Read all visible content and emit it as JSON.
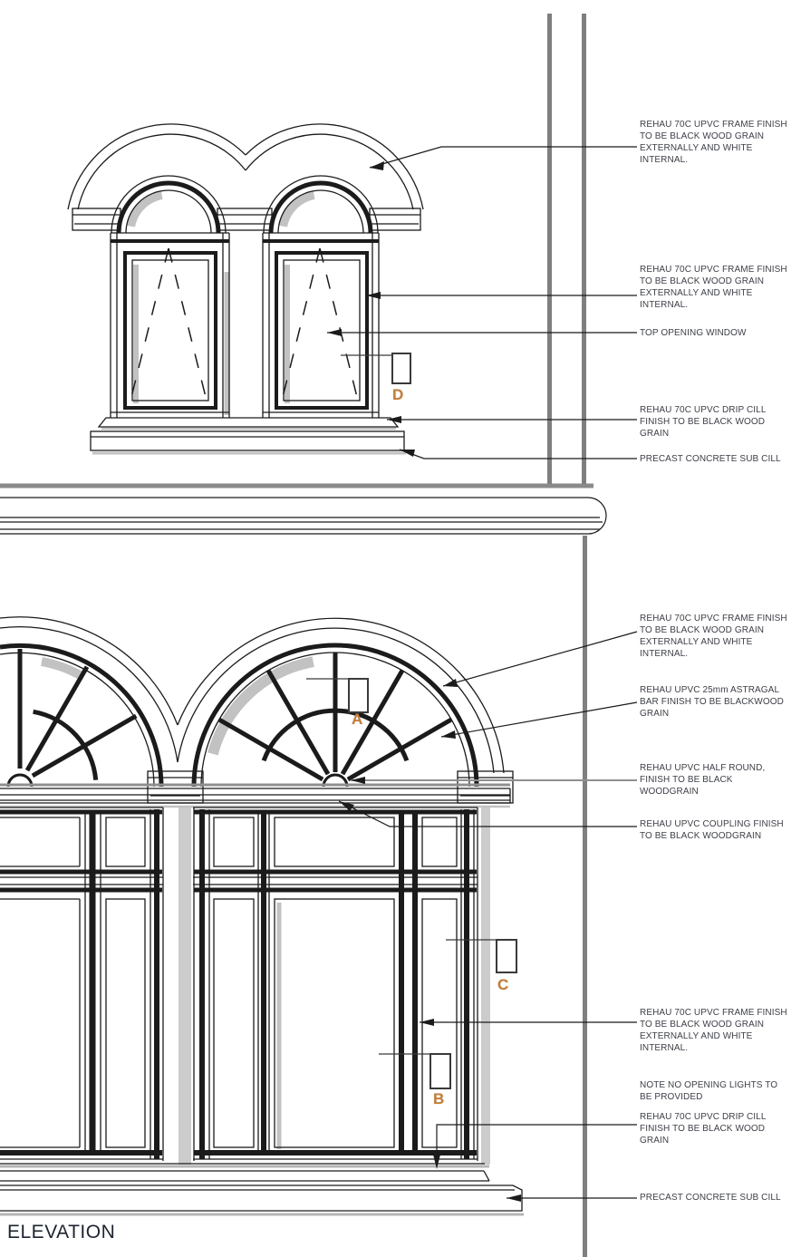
{
  "title": "ELEVATION",
  "annotations": [
    {
      "id": "frame-finish-upper-arch",
      "text": "REHAU 70C UPVC FRAME FINISH\nTO BE BLACK WOOD GRAIN\nEXTERNALLY AND WHITE\nINTERNAL."
    },
    {
      "id": "frame-finish-upper-frame",
      "text": "REHAU 70C UPVC FRAME FINISH\nTO BE BLACK WOOD GRAIN\nEXTERNALLY AND WHITE\nINTERNAL."
    },
    {
      "id": "top-opening-window",
      "text": "TOP OPENING WINDOW"
    },
    {
      "id": "drip-cill-upper",
      "text": "REHAU 70C UPVC DRIP CILL\nFINISH TO BE BLACK WOOD\nGRAIN"
    },
    {
      "id": "sub-cill-upper",
      "text": "PRECAST CONCRETE SUB CILL"
    },
    {
      "id": "frame-finish-lower-arch",
      "text": "REHAU 70C UPVC FRAME FINISH\nTO BE BLACK WOOD GRAIN\nEXTERNALLY AND WHITE\nINTERNAL."
    },
    {
      "id": "astragal-bar",
      "text": "REHAU UPVC 25mm ASTRAGAL\nBAR FINISH TO BE BLACKWOOD\nGRAIN"
    },
    {
      "id": "half-round",
      "text": "REHAU UPVC HALF ROUND,\nFINISH TO BE BLACK\nWOODGRAIN"
    },
    {
      "id": "coupling",
      "text": "REHAU UPVC COUPLING FINISH\nTO BE BLACK WOODGRAIN"
    },
    {
      "id": "frame-finish-lower-frame",
      "text": "REHAU 70C UPVC FRAME FINISH\nTO BE BLACK WOOD GRAIN\nEXTERNALLY AND WHITE\nINTERNAL."
    },
    {
      "id": "no-opening-lights",
      "text": "NOTE NO OPENING LIGHTS TO\nBE PROVIDED"
    },
    {
      "id": "drip-cill-lower",
      "text": "REHAU 70C UPVC DRIP CILL\nFINISH TO BE BLACK WOOD\nGRAIN"
    },
    {
      "id": "sub-cill-lower",
      "text": "PRECAST CONCRETE SUB CILL"
    }
  ],
  "detail_markers": {
    "a": "A",
    "b": "B",
    "c": "C",
    "d": "D"
  },
  "colors": {
    "line": "#1b1b1b",
    "shadow": "#c2c2c2",
    "pipe_gray": "#7f7f7f",
    "marker_letter": "#c87e33",
    "annotation_text": "#3d3f47",
    "title_text": "#1d2430"
  }
}
